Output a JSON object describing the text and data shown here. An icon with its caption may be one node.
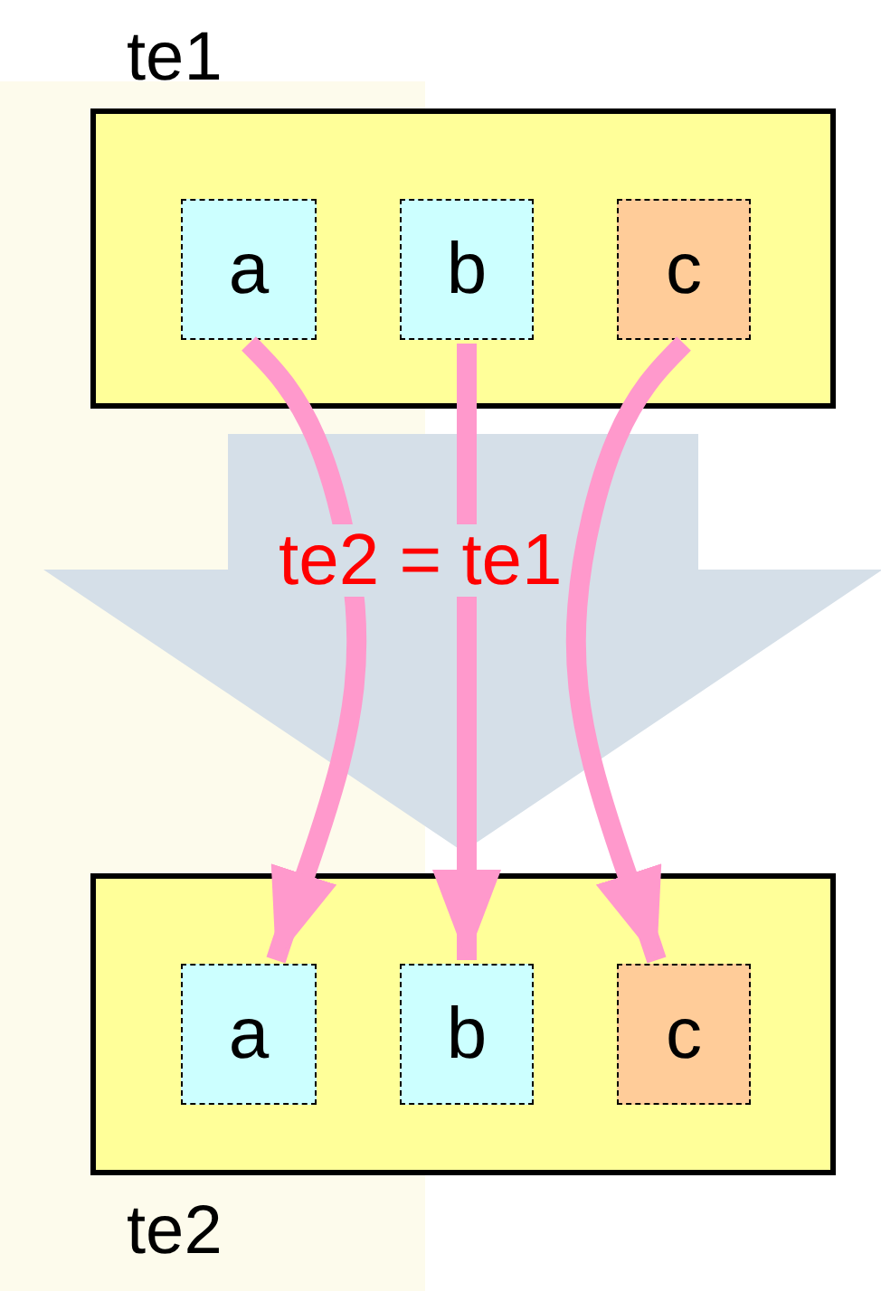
{
  "diagram": {
    "nodes": [
      {
        "text": [
          "te1"
        ]
      },
      {
        "text": [
          "a"
        ],
        "in": 0
      },
      {
        "text": [
          "b"
        ],
        "in": 0
      },
      {
        "text": [
          "c"
        ],
        "in": 0
      },
      {
        "text": [
          "te2"
        ]
      },
      {
        "text": [
          "a"
        ],
        "in": 4
      },
      {
        "text": [
          "b"
        ],
        "in": 4
      },
      {
        "text": [
          "c"
        ],
        "in": 4
      }
    ],
    "edges": [
      {
        "from": 0,
        "to": 4,
        "arrow": "to",
        "label": "te2 = te1",
        "style": "thick",
        "color": "#d5dfe8"
      },
      {
        "from": 1,
        "to": 5,
        "arrow": "to"
      },
      {
        "from": 2,
        "to": 6,
        "arrow": "to"
      },
      {
        "from": 3,
        "to": 7,
        "arrow": "to"
      }
    ]
  }
}
